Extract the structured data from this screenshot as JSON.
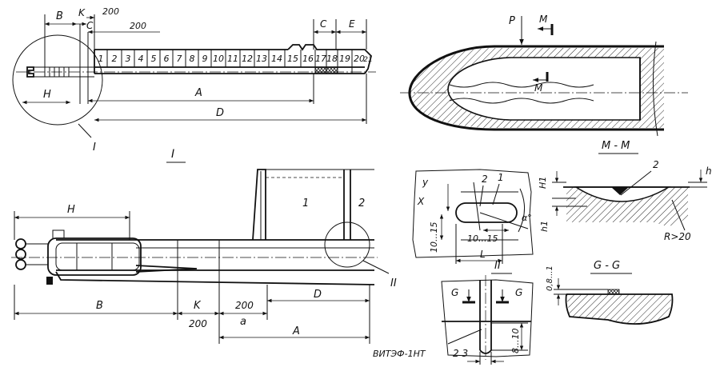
{
  "strip_view": {
    "dims": {
      "B": "B",
      "K": "K",
      "d200a": "200",
      "C1": "C",
      "d200b": "200",
      "C2": "C",
      "E": "E",
      "H": "H",
      "A": "A",
      "D": "D"
    },
    "segments": [
      "1",
      "2",
      "3",
      "4",
      "5",
      "6",
      "7",
      "8",
      "9",
      "10",
      "11",
      "12",
      "13",
      "14",
      "15",
      "16",
      "17",
      "18",
      "19",
      "20",
      "21"
    ],
    "callout": "I"
  },
  "detail_I": {
    "title": "I",
    "parts": {
      "p1": "1",
      "p2": "2"
    },
    "dims": {
      "H": "H",
      "B": "B",
      "K": "K",
      "d200a": "200",
      "d200b": "200",
      "a": "a",
      "A": "A",
      "D": "D"
    },
    "callout": "II"
  },
  "blade_section": {
    "P": "P",
    "M_top": "M",
    "M_bot": "M"
  },
  "section_MM": {
    "title": "M - M",
    "part": "2",
    "h": "h",
    "H1": "H1",
    "h1": "h1",
    "R": "R>20"
  },
  "plan_view": {
    "p1": "1",
    "p2": "2",
    "y": "y",
    "X": "X",
    "alpha": "α°",
    "d1015a": "10...15",
    "d1015b": "10...15",
    "L": "L"
  },
  "detail_II": {
    "title": "II",
    "G1": "G",
    "G2": "G",
    "d23": "2 3",
    "d810": "8...10",
    "material": "ВИТЭФ-1НТ"
  },
  "section_GG": {
    "title": "G - G",
    "d081": "0,8...1"
  }
}
